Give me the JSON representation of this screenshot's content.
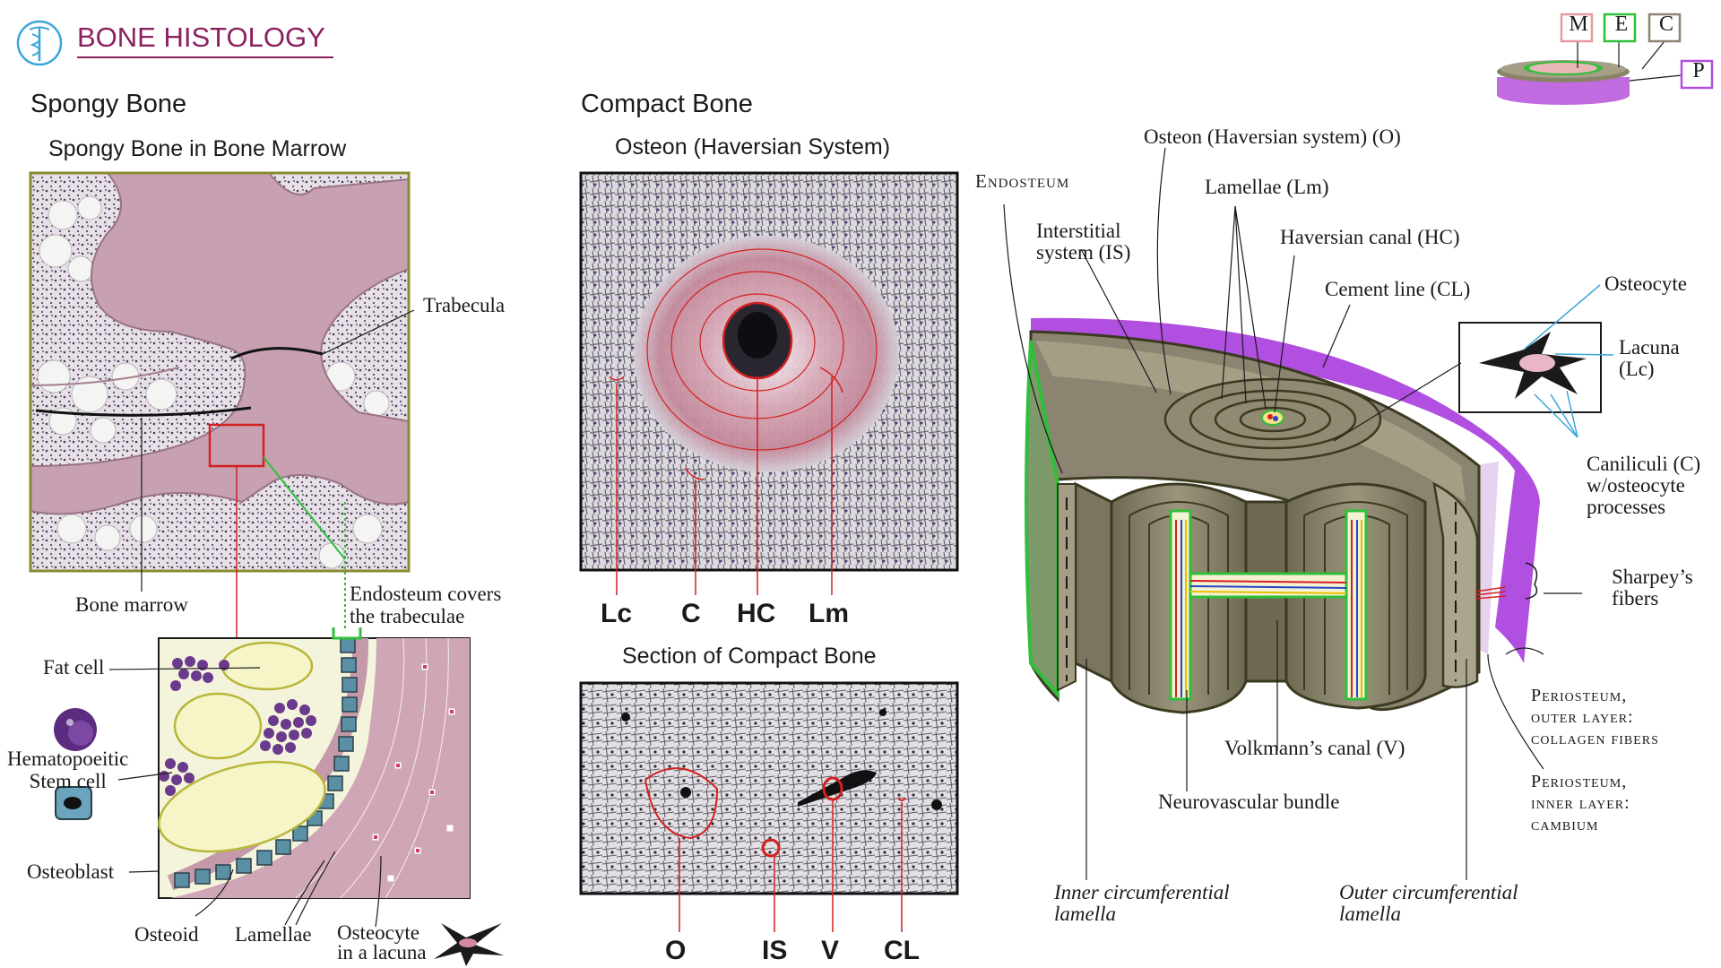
{
  "header": {
    "title": "BONE HISTOLOGY",
    "icon": "medical-caduceus-icon",
    "accent": "#8b2060"
  },
  "legend": {
    "M": "M",
    "E": "E",
    "C": "C",
    "P": "P"
  },
  "spongy": {
    "heading": "Spongy Bone",
    "subtitle": "Spongy Bone in Bone Marrow",
    "labels": {
      "trabecula": "Trabecula",
      "bone_marrow": "Bone marrow",
      "endosteum_line1": "Endosteum covers",
      "endosteum_line2": "the trabeculae",
      "fat_cell": "Fat cell",
      "hsc_line1": "Hematopoeitic",
      "hsc_line2": "Stem cell",
      "osteoblast": "Osteoblast",
      "osteoid": "Osteoid",
      "lamellae": "Lamellae",
      "osteocyte_line1": "Osteocyte",
      "osteocyte_line2": "in a lacuna"
    }
  },
  "compact": {
    "heading": "Compact Bone",
    "osteon_subtitle": "Osteon (Haversian System)",
    "osteon_codes": [
      "Lc",
      "C",
      "HC",
      "Lm"
    ],
    "section_subtitle": "Section of Compact Bone",
    "section_codes": [
      "O",
      "IS",
      "V",
      "CL"
    ]
  },
  "diagram": {
    "endosteum": "Endosteum",
    "osteon": "Osteon (Haversian system) (O)",
    "interstitial_line1": "Interstitial",
    "interstitial_line2": "system (IS)",
    "lamellae": "Lamellae (Lm)",
    "haversian": "Haversian canal (HC)",
    "cement": "Cement line (CL)",
    "osteocyte": "Osteocyte",
    "lacuna_line1": "Lacuna",
    "lacuna_line2": "(Lc)",
    "canaliculi_line1": "Caniliculi (C)",
    "canaliculi_line2": "w/osteocyte",
    "canaliculi_line3": "processes",
    "sharpey_line1": "Sharpey’s",
    "sharpey_line2": "fibers",
    "volkmann": "Volkmann’s canal (V)",
    "neurovascular": "Neurovascular bundle",
    "periosteum_outer_line1": "Periosteum,",
    "periosteum_outer_line2": "outer layer:",
    "periosteum_outer_line3": "collagen fibers",
    "periosteum_inner_line1": "Periosteum,",
    "periosteum_inner_line2": "inner layer:",
    "periosteum_inner_line3": "cambium",
    "inner_circ_line1": "Inner circumferential",
    "inner_circ_line2": "lamella",
    "outer_circ_line1": "Outer circumferential",
    "outer_circ_line2": "lamella"
  },
  "colors": {
    "bone_pink": "#c9a3b3",
    "bone_brown": "#8a8470",
    "periosteum_purple": "#b04fe0",
    "endosteum_green": "#2fbf3a",
    "pointer_red": "#d42020",
    "frame_olive": "#8a8a30"
  }
}
